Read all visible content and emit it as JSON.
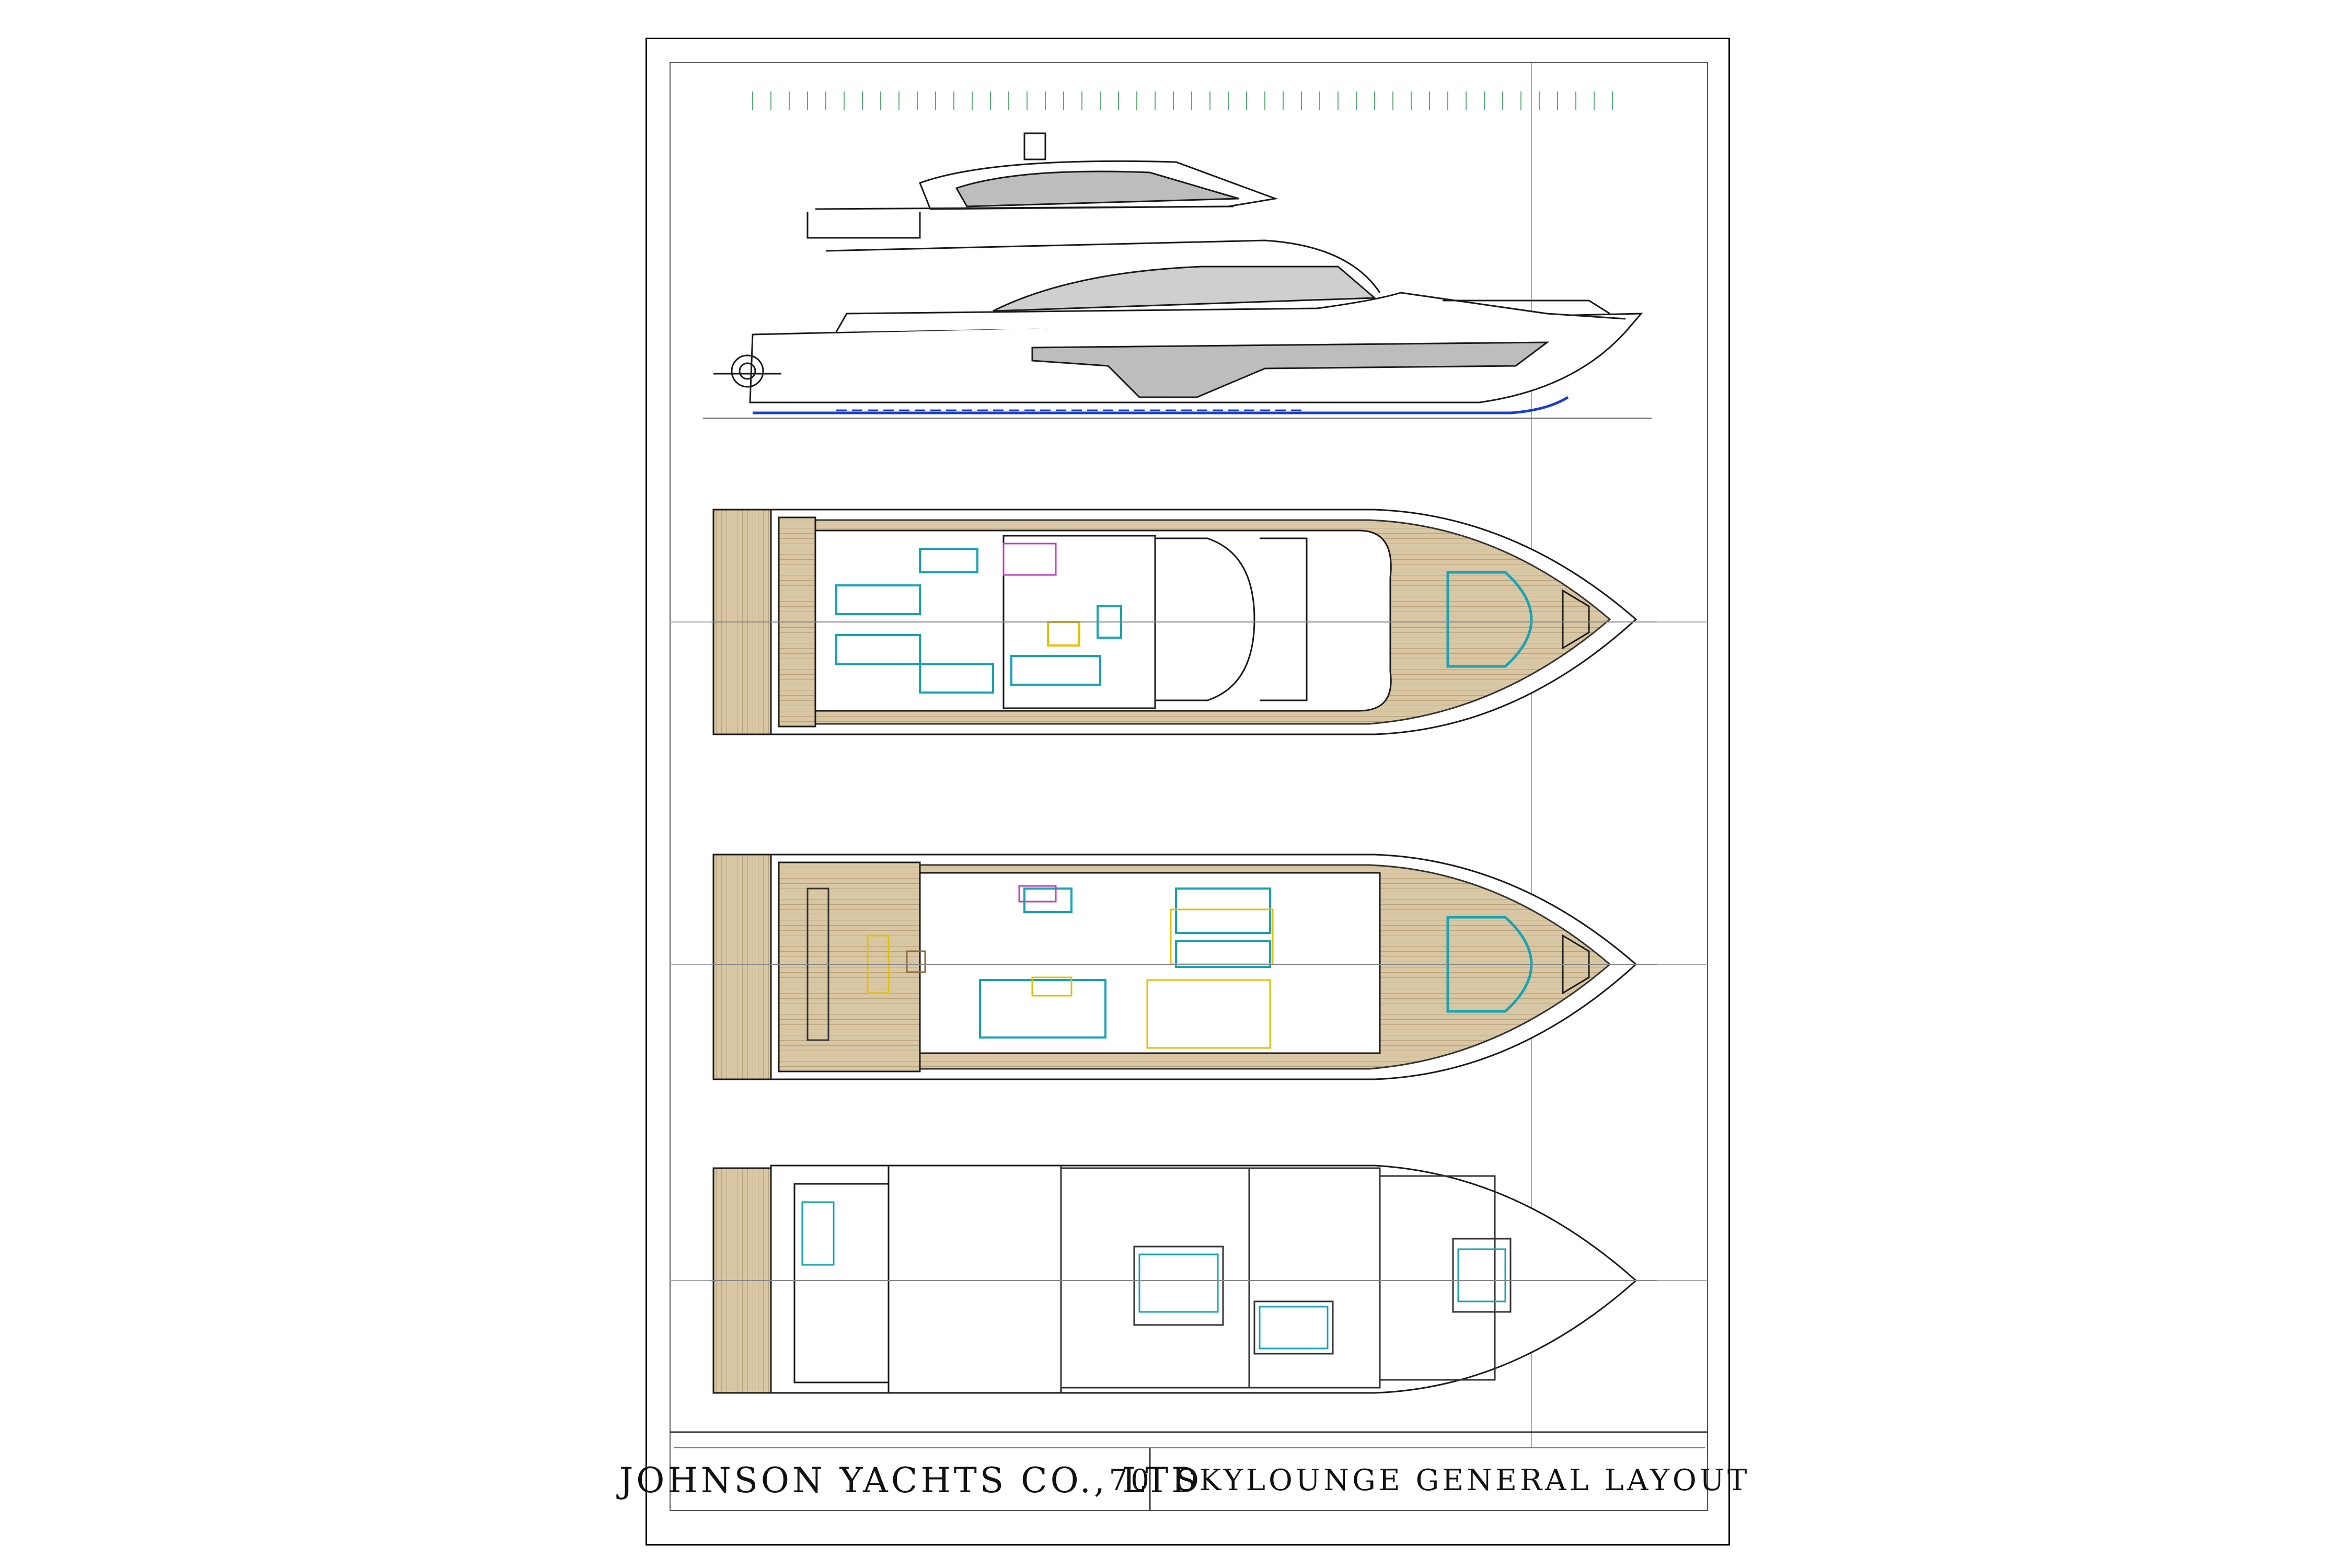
{
  "title_block": {
    "company": "JOHNSON YACHTS CO., LTD",
    "drawing_title": "70' SKYLOUNGE GENERAL LAYOUT"
  },
  "views": [
    "profile",
    "flybridge-deck",
    "main-deck",
    "lower-deck"
  ],
  "colors": {
    "line": "#1a1a1a",
    "teak": "#d9c7a4",
    "furniture": "#19a3b3",
    "highlight": "#e0c000",
    "accent": "#c040c0",
    "waterline": "#1a3fcf",
    "glass": "#bdbdbd"
  }
}
